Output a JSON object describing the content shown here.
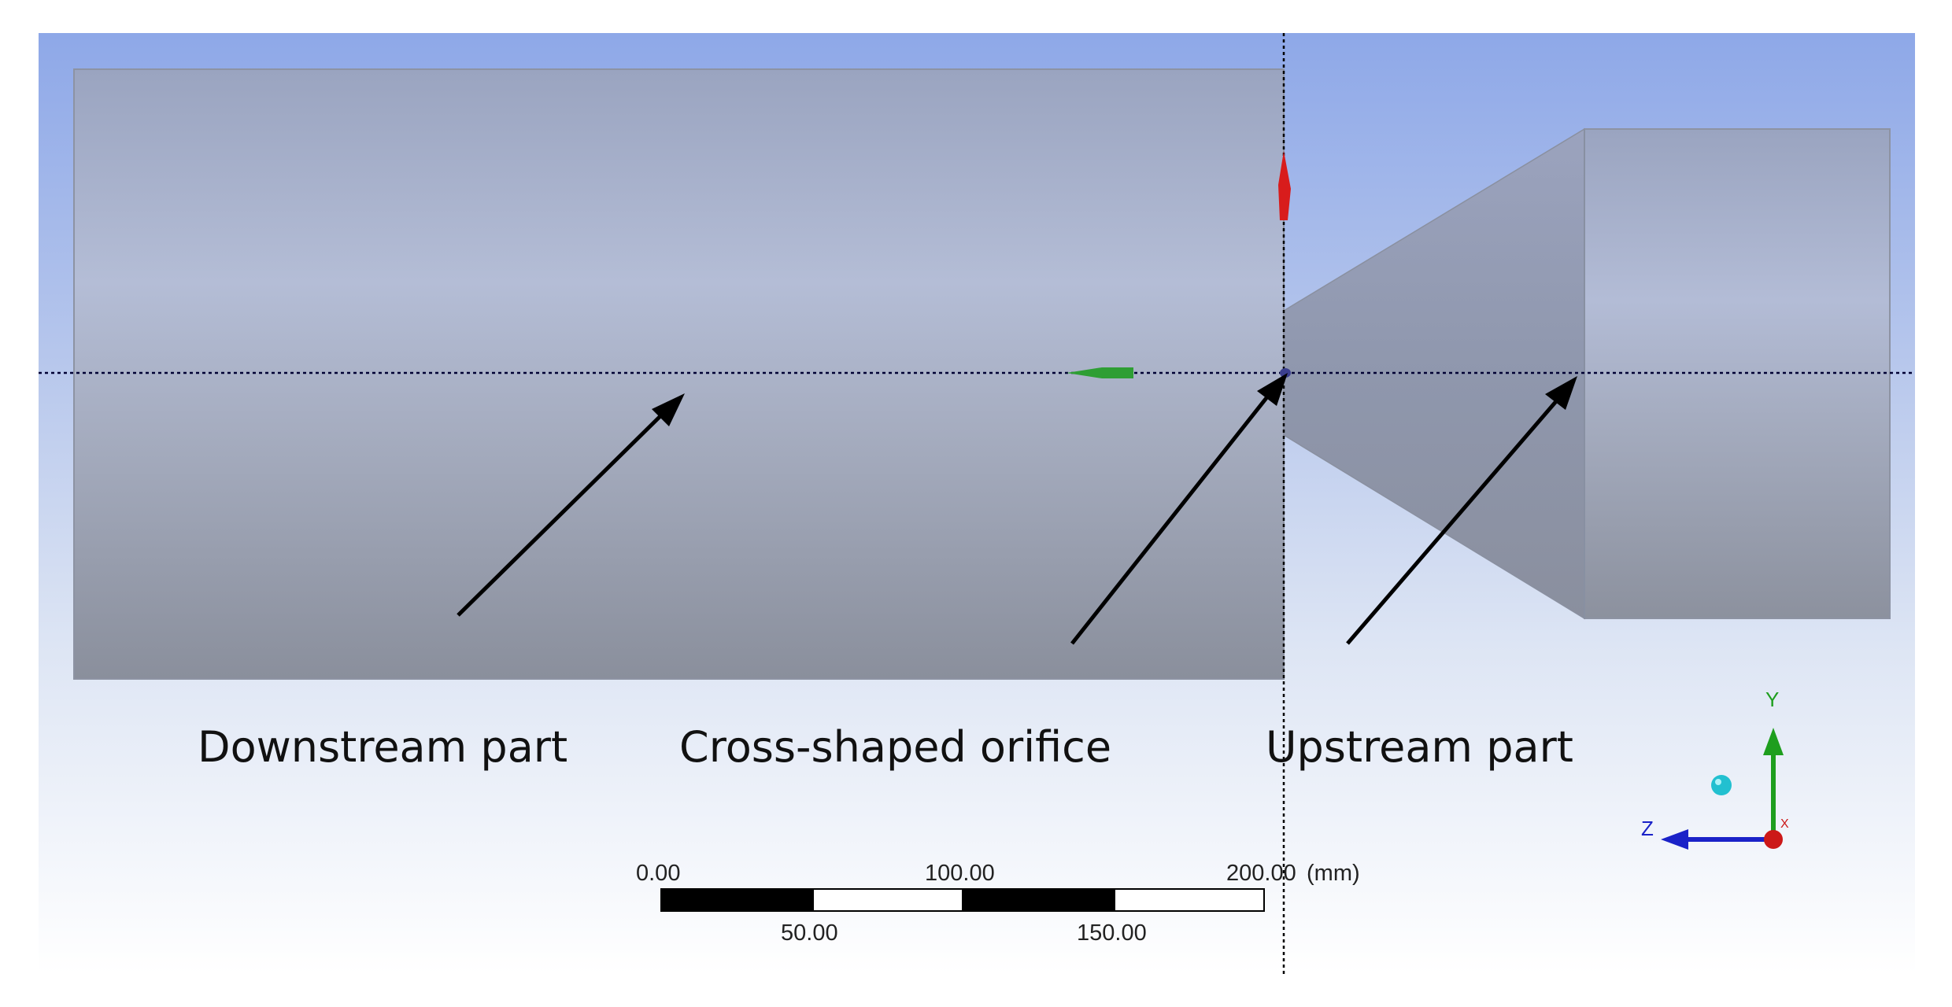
{
  "labels": {
    "downstream": "Downstream part",
    "orifice": "Cross-shaped orifice",
    "upstream": "Upstream part"
  },
  "scale_bar": {
    "top_ticks": [
      "0.00",
      "100.00",
      "200.00"
    ],
    "unit": "(mm)",
    "bottom_ticks": [
      "50.00",
      "150.00"
    ]
  },
  "triad": {
    "y_label": "Y",
    "z_label": "Z",
    "x_label": "X",
    "colors": {
      "y": "#1e9e1e",
      "z": "#1a22c8",
      "x": "#cc1818",
      "iso": "#22c0d0"
    }
  },
  "colors": {
    "viewport_top": "#8ea8e8",
    "body": "#9aa3b8",
    "arrow": "#000000"
  }
}
